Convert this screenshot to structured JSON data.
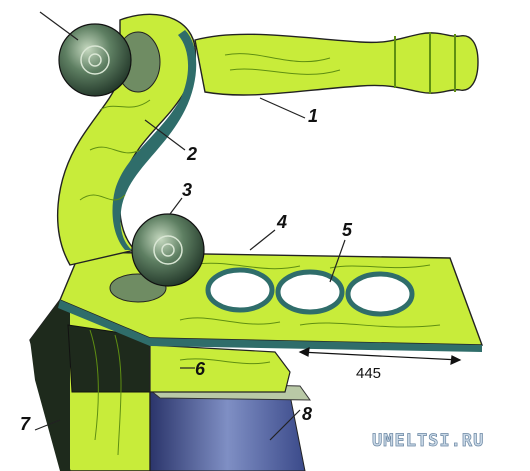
{
  "labels": {
    "l1": "1",
    "l2": "2",
    "l3": "3",
    "l4": "4",
    "l5": "5",
    "l6": "6",
    "l7": "7",
    "l8": "8"
  },
  "dimension": "445",
  "watermark": "UMELTSI.RU",
  "colors": {
    "wood": "#c8ec3a",
    "wood_dark": "#8fbf1e",
    "grain": "#5f8f12",
    "edge": "#2f6d6a",
    "knob": "#3c5a44",
    "dark_block": "#1e2a1c",
    "wall": "#3b4a8a"
  },
  "icons": [
    "knob-top-icon",
    "knob-middle-icon"
  ]
}
